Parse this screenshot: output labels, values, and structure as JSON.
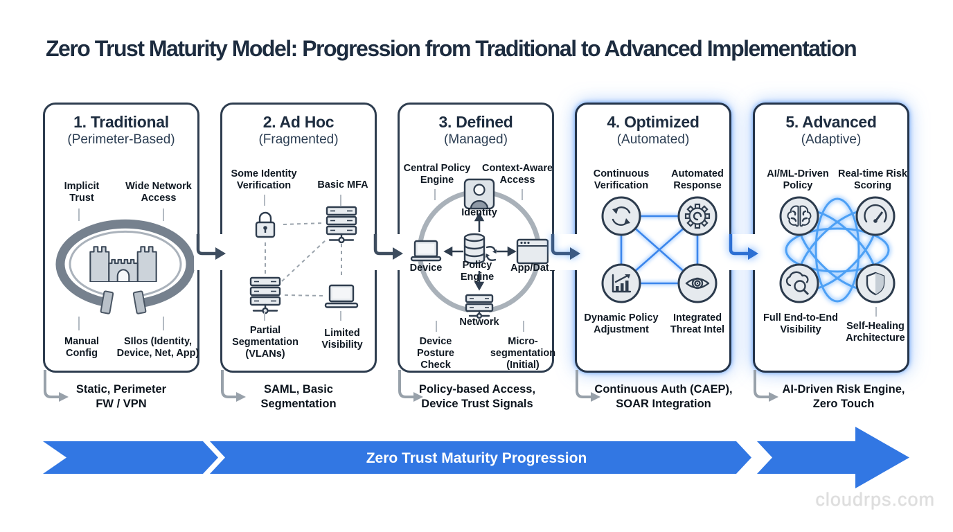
{
  "title": "Zero Trust Maturity Model: Progression from Traditional to Advanced Implementation",
  "colors": {
    "card_border": "#2e3d4f",
    "banner_blue": "#3277e3",
    "glow_blue": "#4da3ff",
    "arrow_gray": "#98a1aa"
  },
  "cards": [
    {
      "number": "1. Traditional",
      "sub": "(Perimeter-Based)",
      "tl": "Implicit Trust",
      "tr": "Wide Network Access",
      "bl": "Manual Config",
      "br": "SIlos (Identity, Device, Net, App)",
      "cap1": "Static, Perimeter",
      "cap2": "FW / VPN"
    },
    {
      "number": "2. Ad Hoc",
      "sub": "(Fragmented)",
      "tl": "Some Identity Verification",
      "tr": "Basic MFA",
      "bl": "Partial Segmentation (VLANs)",
      "br": "Limited Visibility",
      "cap1": "SAML, Basic",
      "cap2": "Segmentation"
    },
    {
      "number": "3. Defined",
      "sub": "(Managed)",
      "tl": "Central Policy Engine",
      "tr": "Context-Aware Access",
      "bl": "Device Posture Check",
      "br": "Micro-segmentation (Initial)",
      "center": {
        "top": "Identity",
        "left": "Device",
        "mid": "Policy Engine",
        "right": "App/Data",
        "bottom": "Network"
      },
      "cap1": "Policy-based Access,",
      "cap2": "Device Trust Signals"
    },
    {
      "number": "4. Optimized",
      "sub": "(Automated)",
      "tl": "Continuous Verification",
      "tr": "Automated Response",
      "bl": "Dynamic Policy Adjustment",
      "br": "Integrated Threat Intel",
      "cap1": "Continuous Auth (CAEP),",
      "cap2": "SOAR Integration"
    },
    {
      "number": "5. Advanced",
      "sub": "(Adaptive)",
      "tl": "AI/ML-Driven Policy",
      "tr": "Real-time Risk Scoring",
      "bl": "Full End-to-End Visibility",
      "br": "Self-Healing Architecture",
      "cap1": "AI-Driven Risk Engine,",
      "cap2": "Zero Touch"
    }
  ],
  "banner": {
    "label": "Zero Trust Maturity Progression"
  },
  "watermark": "cloudrps.com"
}
